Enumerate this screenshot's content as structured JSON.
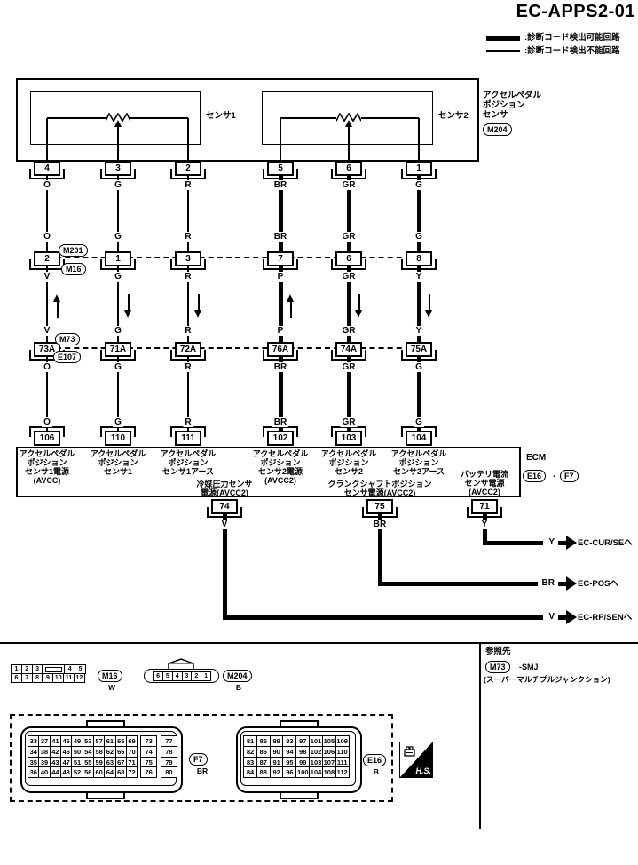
{
  "page": {
    "title": "EC-APPS2-01"
  },
  "legend": {
    "detectable": ":診断コード検出可能回路",
    "not_detectable": ":診断コード検出不能回路"
  },
  "sensor": {
    "name_lines": [
      "アクセルペダル",
      "ポジション",
      "センサ"
    ],
    "connector": "M204",
    "sections": [
      {
        "label": "センサ1"
      },
      {
        "label": "センサ2"
      }
    ]
  },
  "circuit": {
    "mid_connector": {
      "top": "M201",
      "bottom": "M16"
    },
    "smj_connector": {
      "top": "M73",
      "bottom": "E107"
    },
    "columns": [
      {
        "sensor_pin": "4",
        "mid_pin": "2",
        "smj_pin": "73A",
        "ecm_pin": "106",
        "thick": false,
        "arrow": "up",
        "wire_colors": [
          "O",
          "O",
          "V",
          "V",
          "O",
          "O"
        ],
        "ecm_label_lines": [
          "アクセルペダル",
          "ポジション",
          "センサ1電源",
          "(AVCC)"
        ]
      },
      {
        "sensor_pin": "3",
        "mid_pin": "1",
        "smj_pin": "71A",
        "ecm_pin": "110",
        "thick": false,
        "arrow": "down",
        "wire_colors": [
          "G",
          "G",
          "G",
          "G",
          "G",
          "G"
        ],
        "ecm_label_lines": [
          "アクセルペダル",
          "ポジション",
          "センサ1"
        ]
      },
      {
        "sensor_pin": "2",
        "mid_pin": "3",
        "smj_pin": "72A",
        "ecm_pin": "111",
        "thick": false,
        "arrow": "down",
        "wire_colors": [
          "R",
          "R",
          "R",
          "R",
          "R",
          "R"
        ],
        "ecm_label_lines": [
          "アクセルペダル",
          "ポジション",
          "センサ1アース"
        ]
      },
      {
        "sensor_pin": "5",
        "mid_pin": "7",
        "smj_pin": "76A",
        "ecm_pin": "102",
        "thick": true,
        "arrow": "up",
        "wire_colors": [
          "BR",
          "BR",
          "P",
          "P",
          "BR",
          "BR"
        ],
        "ecm_label_lines": [
          "アクセルペダル",
          "ポジション",
          "センサ2電源",
          "(AVCC2)"
        ]
      },
      {
        "sensor_pin": "6",
        "mid_pin": "6",
        "smj_pin": "74A",
        "ecm_pin": "103",
        "thick": true,
        "arrow": "down",
        "wire_colors": [
          "GR",
          "GR",
          "GR",
          "GR",
          "GR",
          "GR"
        ],
        "ecm_label_lines": [
          "アクセルペダル",
          "ポジション",
          "センサ2"
        ]
      },
      {
        "sensor_pin": "1",
        "mid_pin": "8",
        "smj_pin": "75A",
        "ecm_pin": "104",
        "thick": true,
        "arrow": "down",
        "wire_colors": [
          "G",
          "G",
          "Y",
          "Y",
          "G",
          "G"
        ],
        "ecm_label_lines": [
          "アクセルペダル",
          "ポジション",
          "センサ2アース"
        ]
      }
    ]
  },
  "ecm": {
    "name": "ECM",
    "connectors": [
      "E16",
      "F7"
    ],
    "separator": ".",
    "bottom_pins": [
      {
        "pin": "74",
        "label_lines": [
          "冷媒圧力センサ",
          "電源(AVCC2)"
        ],
        "wire_color": "V",
        "dest": "EC-RP/SENへ"
      },
      {
        "pin": "75",
        "label_lines": [
          "クランクシャフトポジション",
          "センサ電源(AVCC2)"
        ],
        "wire_color": "BR",
        "dest": "EC-POSへ"
      },
      {
        "pin": "71",
        "label_lines": [
          "バッテリ電流",
          "センサ電源",
          "(AVCC2)"
        ],
        "wire_color": "Y",
        "dest": "EC-CUR/SEへ"
      }
    ]
  },
  "panels": {
    "m16": {
      "id": "M16",
      "color_code": "W",
      "row1": [
        "1",
        "2",
        "3",
        "",
        "4",
        "5"
      ],
      "row2": [
        "6",
        "7",
        "8",
        "9",
        "10",
        "11",
        "12"
      ]
    },
    "m204": {
      "id": "M204",
      "color_code": "B",
      "cells": [
        "6",
        "5",
        "4",
        "3",
        "2",
        "1"
      ]
    },
    "f7": {
      "id": "F7",
      "color_code": "BR",
      "rows": [
        [
          "33",
          "37",
          "41",
          "45",
          "49",
          "53",
          "57",
          "61",
          "65",
          "69",
          "73",
          "77"
        ],
        [
          "34",
          "38",
          "42",
          "46",
          "50",
          "54",
          "58",
          "62",
          "66",
          "70",
          "74",
          "78"
        ],
        [
          "35",
          "39",
          "43",
          "47",
          "51",
          "55",
          "59",
          "63",
          "67",
          "71",
          "75",
          "79"
        ],
        [
          "36",
          "40",
          "44",
          "48",
          "52",
          "56",
          "60",
          "64",
          "68",
          "72",
          "76",
          "80"
        ]
      ]
    },
    "e16": {
      "id": "E16",
      "color_code": "B",
      "rows": [
        [
          "81",
          "85",
          "89",
          "93",
          "97",
          "101",
          "105",
          "109"
        ],
        [
          "82",
          "86",
          "90",
          "94",
          "98",
          "102",
          "106",
          "110"
        ],
        [
          "83",
          "87",
          "91",
          "95",
          "99",
          "103",
          "107",
          "111"
        ],
        [
          "84",
          "88",
          "92",
          "96",
          "100",
          "104",
          "108",
          "112"
        ]
      ]
    },
    "hs_label": "H.S."
  },
  "reference": {
    "heading": "参照先",
    "connector": "M73",
    "code": "-SMJ",
    "note": "(スーパーマルチプルジャンクション)"
  }
}
